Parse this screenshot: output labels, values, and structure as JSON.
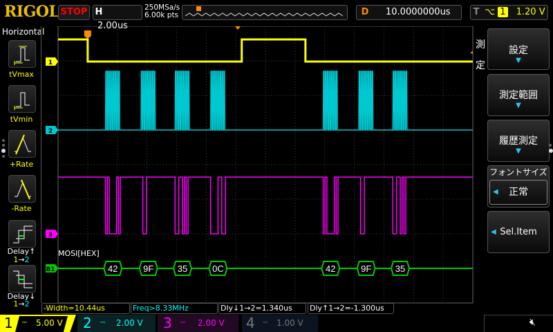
{
  "header": {
    "logo": "RIGOL",
    "run_state": "STOP",
    "h_label": "H",
    "timebase": "2.00us",
    "sample_rate": "250MSa/s",
    "memory_depth": "6.00k pts",
    "d_label": "D",
    "delay": "10.0000000us",
    "t_label": "T",
    "trigger_slope": "falling",
    "trigger_source": "1",
    "trigger_level": "1.20 V"
  },
  "left_menu": {
    "title": "Horizontal",
    "items": [
      {
        "label": "tVmax",
        "icon": "tvmax-icon"
      },
      {
        "label": "tVmin",
        "icon": "tvmin-icon"
      },
      {
        "label": "+Rate",
        "icon": "rise-rate-icon"
      },
      {
        "label": "-Rate",
        "icon": "fall-rate-icon"
      },
      {
        "label": "Delay↑",
        "sub_a": "1",
        "sub_arrow": "→",
        "sub_b": "2",
        "icon": "delay-rise-icon"
      },
      {
        "label": "Delay↓",
        "sub_a": "1",
        "sub_arrow": "→",
        "sub_b": "2",
        "icon": "delay-fall-icon"
      }
    ]
  },
  "right_menu": {
    "title": "測定",
    "items": [
      {
        "label": "設定"
      },
      {
        "label": "測定範囲"
      },
      {
        "label": "履歴測定"
      }
    ],
    "font_size_label": "フォントサイズ",
    "font_size_value": "正常",
    "sel_item": "Sel.Item"
  },
  "bus": {
    "label": "MOSI[HEX]",
    "marker": "B1",
    "bytes": [
      "42",
      "9F",
      "35",
      "0C",
      "42",
      "9F",
      "35"
    ]
  },
  "waveforms": {
    "time_per_div_us": 2.0,
    "divisions": 14,
    "cs_edges_us": [
      2.0,
      12.4,
      16.7
    ],
    "burst_start_us": [
      3.2,
      5.6,
      7.9,
      10.3,
      17.9,
      20.3,
      22.6
    ],
    "burst_width_us": 1.0
  },
  "measurements": [
    "-Width=10.44us",
    "Freq>8.33MHz",
    "Dly↓1→2=1.340us",
    "Dly↑1→2=-1.300us"
  ],
  "channels": [
    {
      "num": "1",
      "scale": "5.00 V",
      "color": "#ffff00"
    },
    {
      "num": "2",
      "scale": "2.00 V",
      "color": "#00e5ee"
    },
    {
      "num": "3",
      "scale": "2.00 V",
      "color": "#ff00ff"
    },
    {
      "num": "4",
      "scale": "1.00 V",
      "color": "#777777"
    }
  ],
  "colors": {
    "ch1": "#ffff00",
    "ch2": "#00c8d0",
    "ch3": "#ff00ff",
    "bus": "#00cc00",
    "trigger": "#ff8c00"
  }
}
